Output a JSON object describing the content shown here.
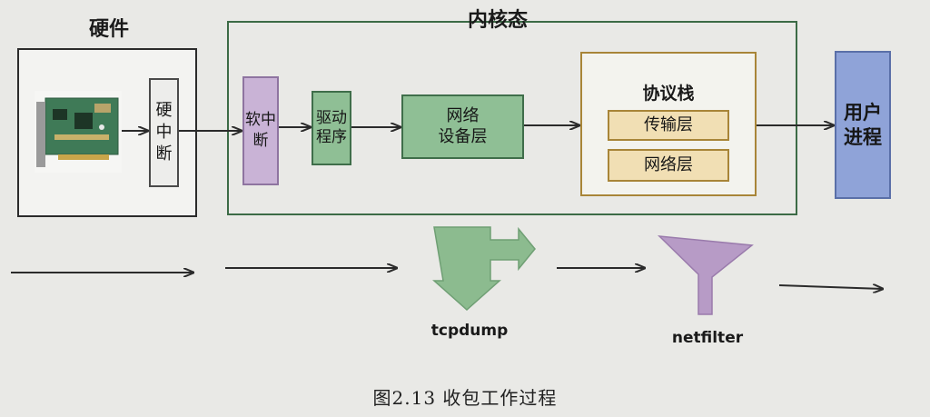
{
  "sections": {
    "hardware": "硬件",
    "kernel": "内核态"
  },
  "nodes": {
    "hard_interrupt": "硬\n中\n断",
    "soft_interrupt": "软中\n断",
    "driver": "驱动\n程序",
    "net_device_layer": "网络\n设备层",
    "protocol_stack": "协议栈",
    "transport_layer": "传输层",
    "network_layer": "网络层",
    "user_process": "用户\n进程"
  },
  "taps": {
    "tcpdump": "tcpdump",
    "netfilter": "netfilter"
  },
  "caption": "图2.13  收包工作过程",
  "colors": {
    "soft_interrupt_fill": "#c9b3d6",
    "green_fill": "#8fbf95",
    "protocol_inner_fill": "#f1dfb4",
    "protocol_border": "#a88538",
    "user_process_fill": "#8fa3d8",
    "tcpdump_fill": "#8cbb8f",
    "netfilter_fill": "#b79bc6"
  }
}
